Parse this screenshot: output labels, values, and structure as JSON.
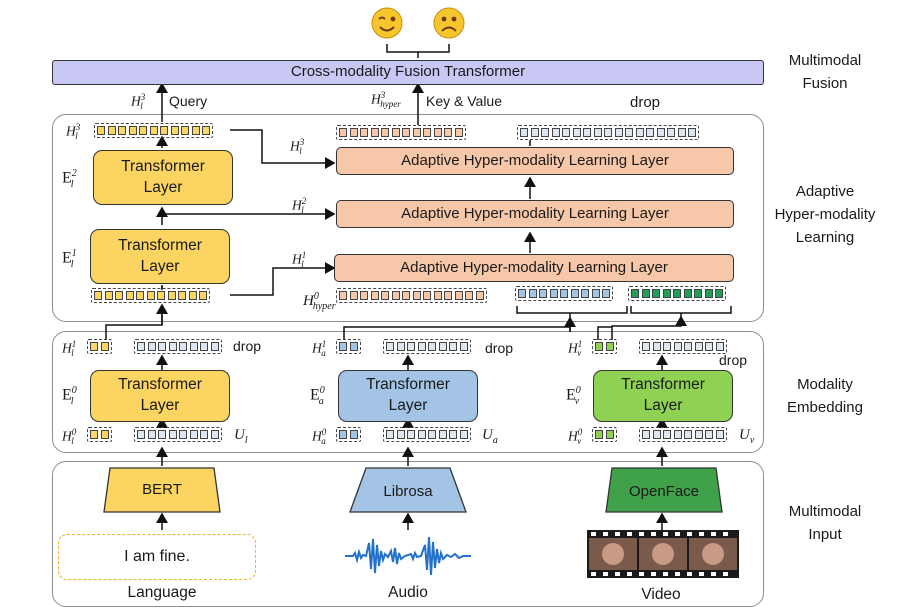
{
  "emojis": {
    "happy": "😉",
    "sad": "☹"
  },
  "fusion": {
    "label": "Cross-modality Fusion Transformer",
    "query": "Query",
    "key_value": "Key & Value",
    "drop_top": "drop"
  },
  "side_labels": {
    "fusion": [
      "Multimodal",
      "Fusion"
    ],
    "ahl": [
      "Adaptive",
      "Hyper-modality",
      "Learning"
    ],
    "embed": [
      "Modality",
      "Embedding"
    ],
    "input": [
      "Multimodal",
      "Input"
    ]
  },
  "ahl": {
    "layer_label": "Adaptive Hyper-modality Learning Layer",
    "transformer_label": [
      "Transformer",
      "Layer"
    ],
    "E2": "E",
    "E2_sup": "2",
    "E2_sub": "l",
    "E1": "E",
    "E1_sup": "1",
    "E1_sub": "l",
    "H3": "H",
    "H3_sup": "3",
    "H3_sub": "l",
    "H2": "H",
    "H2_sup": "2",
    "H2_sub": "l",
    "H1": "H",
    "H1_sup": "1",
    "H1_sub": "l",
    "Hyper3": "H",
    "Hyper3_sup": "3",
    "Hyper3_sub": "hyper",
    "Hyper0": "H",
    "Hyper0_sup": "0",
    "Hyper0_sub": "hyper"
  },
  "embed": {
    "transformer_label": [
      "Transformer",
      "Layer"
    ],
    "drop": "drop",
    "lang": {
      "E": "E",
      "sup": "0",
      "sub": "l",
      "H_top_sup": "1",
      "H_bot_sup": "0",
      "U": "U",
      "U_sub": "l"
    },
    "audio": {
      "E": "E",
      "sup": "0",
      "sub": "a",
      "H_top_sup": "1",
      "H_bot_sup": "0",
      "U": "U",
      "U_sub": "a"
    },
    "video": {
      "E": "E",
      "sup": "0",
      "sub": "v",
      "H_top_sup": "1",
      "H_bot_sup": "0",
      "U": "U",
      "U_sub": "v"
    }
  },
  "input": {
    "bert": "BERT",
    "librosa": "Librosa",
    "openface": "OpenFace",
    "text_sample": "I am fine.",
    "language": "Language",
    "audio": "Audio",
    "video": "Video"
  },
  "colors": {
    "yellow": "#fcd462",
    "blue": "#a4c4e6",
    "green": "#8fd152",
    "peach": "#f6c7a9",
    "lavender": "#c9c7f3",
    "white_token": "#dde6f1"
  }
}
